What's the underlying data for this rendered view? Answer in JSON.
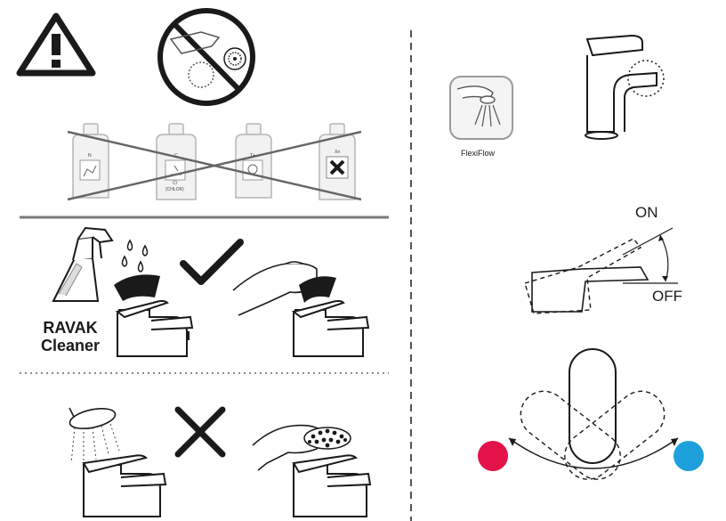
{
  "left_panel": {
    "cleaner_brand": "RAVAK",
    "cleaner_word": "Cleaner",
    "bottle_labels": [
      "N",
      "C",
      "Cl",
      "(CHLOR)",
      "T+",
      "Xn"
    ]
  },
  "right_panel": {
    "aerator_label": "FlexiFlow",
    "lever_on": "ON",
    "lever_off": "OFF"
  },
  "colors": {
    "hot": "#e3134a",
    "cold": "#1ea0dc",
    "ink": "#1a1a1a",
    "divider": "#7a7a7a"
  },
  "icons": [
    "warning-icon",
    "no-abrasive-tools-icon",
    "crossed-chemical-bottles",
    "cleaning-spray-bottle",
    "check-icon",
    "cross-icon",
    "faucet-icon",
    "hand-icon",
    "shower-head-icon",
    "scrub-brush-icon",
    "aerator-icon",
    "basin-faucet-icon",
    "lever-angle-diagram",
    "hot-cold-rotation-diagram"
  ]
}
